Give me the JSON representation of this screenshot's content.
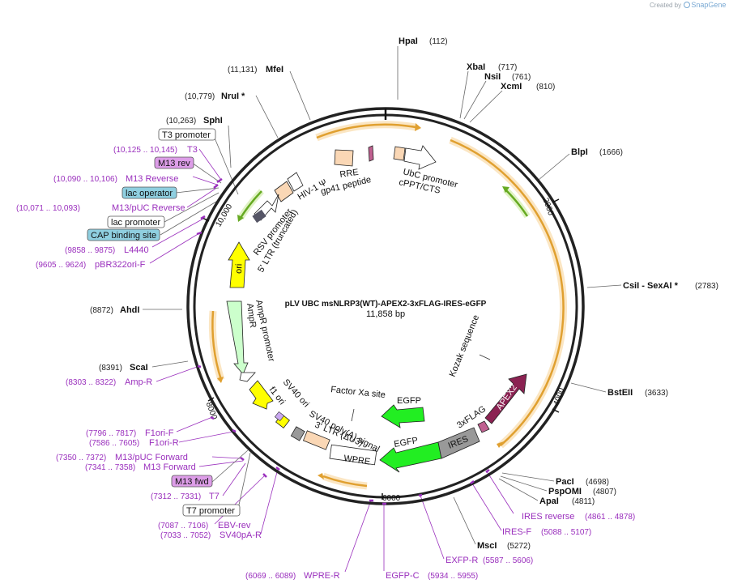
{
  "credit": {
    "created_by": "Created by",
    "brand": "SnapGene"
  },
  "plasmid": {
    "name": "pLV UBC msNLRP3(WT)-APEX2-3xFLAG-IRES-eGFP",
    "size": "11,858 bp"
  },
  "ticks": [
    "2000",
    "4000",
    "6000",
    "8000",
    "10,000"
  ],
  "enzymes_top": [
    {
      "name": "HpaI",
      "pos": "(112)"
    },
    {
      "name": "XbaI",
      "pos": "(717)"
    },
    {
      "name": "NsiI",
      "pos": "(761)"
    },
    {
      "name": "XcmI",
      "pos": "(810)"
    },
    {
      "name": "BlpI",
      "pos": "(1666)"
    },
    {
      "name": "CsiI",
      "pos": "(2783)",
      "extra": " - SexAI *"
    },
    {
      "name": "BstEII",
      "pos": "(3633)"
    },
    {
      "name": "PacI",
      "pos": "(4698)"
    },
    {
      "name": "PspOMI",
      "pos": "(4807)"
    },
    {
      "name": "ApaI",
      "pos": "(4811)"
    },
    {
      "name": "MscI",
      "pos": "(5272)"
    }
  ],
  "enzymes_left": [
    {
      "name": "MfeI",
      "pos": "(11,131)"
    },
    {
      "name": "NruI *",
      "pos": "(10,779)"
    },
    {
      "name": "SphI",
      "pos": "(10,263)"
    },
    {
      "name": "AhdI",
      "pos": "(8872)"
    },
    {
      "name": "ScaI",
      "pos": "(8391)"
    }
  ],
  "primers": [
    {
      "name": "T3",
      "pos": "(10,125 .. 10,145)"
    },
    {
      "name": "M13 Reverse",
      "pos": "(10,090 .. 10,106)"
    },
    {
      "name": "M13/pUC Reverse",
      "pos": "(10,071 .. 10,093)"
    },
    {
      "name": "L4440",
      "pos": "(9858 .. 9875)"
    },
    {
      "name": "pBR322ori-F",
      "pos": "(9605 .. 9624)"
    },
    {
      "name": "Amp-R",
      "pos": "(8303 .. 8322)"
    },
    {
      "name": "F1ori-F",
      "pos": "(7796 .. 7817)"
    },
    {
      "name": "F1ori-R",
      "pos": "(7586 .. 7605)"
    },
    {
      "name": "M13/pUC Forward",
      "pos": "(7350 .. 7372)"
    },
    {
      "name": "M13 Forward",
      "pos": "(7341 .. 7358)"
    },
    {
      "name": "T7",
      "pos": "(7312 .. 7331)"
    },
    {
      "name": "EBV-rev",
      "pos": "(7087 .. 7106)"
    },
    {
      "name": "SV40pA-R",
      "pos": "(7033 .. 7052)"
    },
    {
      "name": "WPRE-R",
      "pos": "(6069 .. 6089)"
    },
    {
      "name": "EGFP-C",
      "pos": "(5934 .. 5955)"
    },
    {
      "name": "EXFP-R",
      "pos": "(5587 .. 5606)"
    },
    {
      "name": "IRES-F",
      "pos": "(5088 .. 5107)"
    },
    {
      "name": "IRES reverse",
      "pos": "(4861 .. 4878)"
    }
  ],
  "boxes": {
    "t3_promoter": "T3 promoter",
    "m13_rev": "M13 rev",
    "lac_operator": "lac operator",
    "lac_promoter": "lac promoter",
    "cap_site": "CAP binding site",
    "m13_fwd": "M13 fwd",
    "t7_promoter": "T7 promoter"
  },
  "features": {
    "hiv1_psi": "HIV-1 Ψ",
    "rre": "RRE",
    "gp41": "gp41 peptide",
    "ubc": "UbC promoter",
    "cppt": "cPPT/CTS",
    "rsv": "RSV promoter",
    "ltr5": "5' LTR (truncated)",
    "ori": "ori",
    "ampr_promoter": "AmpR promoter",
    "ampr": "AmpR",
    "f1ori": "f1 ori",
    "sv40ori": "SV40 ori",
    "sv40polya": "SV40 poly(A) signal",
    "ltr3": "3' LTR (ΔU3)",
    "factor_xa": "Factor Xa site",
    "egfp_top": "EGFP",
    "egfp": "EGFP",
    "wpre": "WPRE",
    "ires": "IRES",
    "flag": "3xFLAG",
    "apex2": "APEX2",
    "kozak": "Kozak sequence"
  },
  "colors": {
    "backbone": "#222222",
    "primer": "#9a2fbd",
    "orange_arc": "#e0a030",
    "green_arc": "#88cc44",
    "ori_yellow": "#ffff00",
    "egfp_green": "#22ee22",
    "apex2": "#8b2252",
    "ires_gray": "#999999",
    "peach": "#fad7b5",
    "box_purple": "#dd9de8",
    "box_blue": "#8fcfe0",
    "ampr_green": "#ccffcc"
  }
}
